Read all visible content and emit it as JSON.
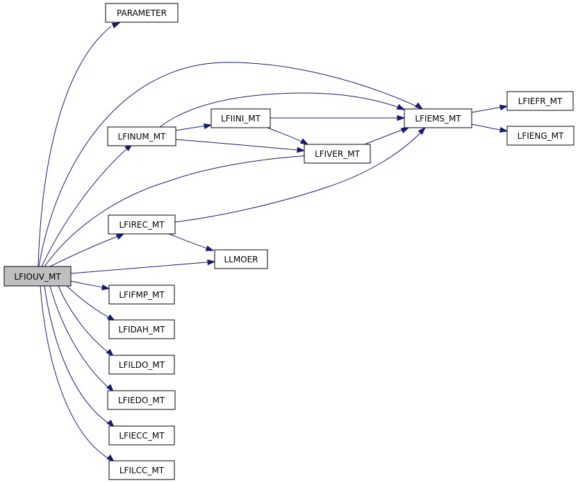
{
  "graph": {
    "colors": {
      "edge": "#191970",
      "root_fill": "#bfbfbf",
      "node_fill": "#ffffff",
      "node_border": "#000000"
    },
    "nodes": {
      "lfiouv_mt": "LFIOUV_MT",
      "parameter": "PARAMETER",
      "lfinum_mt": "LFINUM_MT",
      "lfiini_mt": "LFIINI_MT",
      "lfiems_mt": "LFIEMS_MT",
      "lfiefr_mt": "LFIEFR_MT",
      "lfieng_mt": "LFIENG_MT",
      "lfiver_mt": "LFIVER_MT",
      "lfirec_mt": "LFIREC_MT",
      "llmoer": "LLMOER",
      "lfifmp_mt": "LFIFMP_MT",
      "lfidah_mt": "LFIDAH_MT",
      "lfildo_mt": "LFILDO_MT",
      "lfiedo_mt": "LFIEDO_MT",
      "lfiecc_mt": "LFIECC_MT",
      "lfilcc_mt": "LFILCC_MT"
    },
    "edges": [
      [
        "lfiouv_mt",
        "parameter"
      ],
      [
        "lfiouv_mt",
        "lfiems_mt"
      ],
      [
        "lfiouv_mt",
        "lfinum_mt"
      ],
      [
        "lfiouv_mt",
        "lfiver_mt"
      ],
      [
        "lfiouv_mt",
        "lfirec_mt"
      ],
      [
        "lfiouv_mt",
        "llmoer"
      ],
      [
        "lfiouv_mt",
        "lfifmp_mt"
      ],
      [
        "lfiouv_mt",
        "lfidah_mt"
      ],
      [
        "lfiouv_mt",
        "lfildo_mt"
      ],
      [
        "lfiouv_mt",
        "lfiedo_mt"
      ],
      [
        "lfiouv_mt",
        "lfiecc_mt"
      ],
      [
        "lfiouv_mt",
        "lfilcc_mt"
      ],
      [
        "lfinum_mt",
        "lfiems_mt"
      ],
      [
        "lfinum_mt",
        "lfiini_mt"
      ],
      [
        "lfinum_mt",
        "lfiver_mt"
      ],
      [
        "lfiini_mt",
        "lfiems_mt"
      ],
      [
        "lfiini_mt",
        "lfiver_mt"
      ],
      [
        "lfiver_mt",
        "lfiems_mt"
      ],
      [
        "lfiems_mt",
        "lfiefr_mt"
      ],
      [
        "lfiems_mt",
        "lfieng_mt"
      ],
      [
        "lfirec_mt",
        "lfiems_mt"
      ],
      [
        "lfirec_mt",
        "llmoer"
      ]
    ]
  }
}
